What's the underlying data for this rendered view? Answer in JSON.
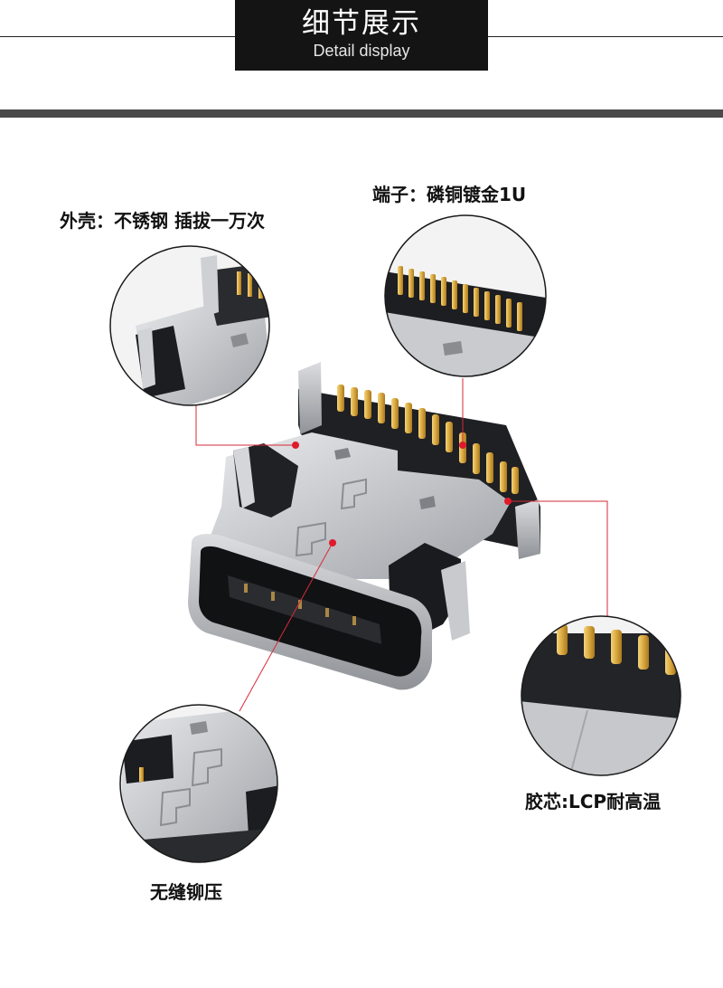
{
  "header": {
    "title": "细节展示",
    "subtitle": "Detail display"
  },
  "callouts": {
    "shell": "外壳：不锈钢 插拔一万次",
    "terminal": "端子：磷铜镀金1U",
    "core": "胶芯:LCP耐高温",
    "seam": "无缝铆压"
  },
  "colors": {
    "header_bg": "#141414",
    "divider": "#4a4a4a",
    "leader_line": "#d62a3a",
    "gold_pin": "#d9a840",
    "steel": "#c9cbcf"
  }
}
